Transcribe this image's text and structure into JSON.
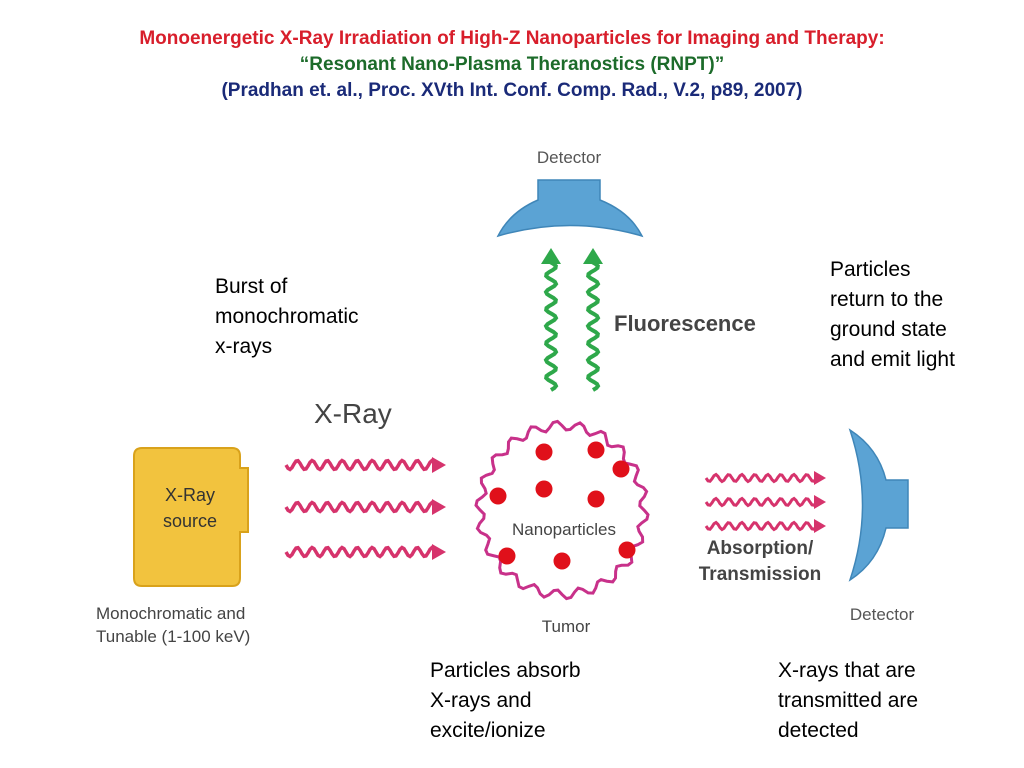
{
  "title": {
    "line1": "Monoenergetic X-Ray Irradiation of High-Z Nanoparticles for Imaging and Therapy:",
    "line2": "“Resonant Nano-Plasma Theranostics (RNPT)”",
    "line3": "(Pradhan et. al., Proc. XVth  Int. Conf. Comp. Rad., V.2, p89, 2007)"
  },
  "colors": {
    "title_red": "#d81e2b",
    "title_green": "#1c6b2a",
    "title_blue": "#1a2a78",
    "wave_pink": "#d6336c",
    "wave_green": "#2ea84a",
    "detector_blue": "#5ba3d4",
    "source_yellow": "#f2c33e",
    "particle_red": "#e0101a"
  },
  "diagram": {
    "detector_top": "Detector",
    "fluorescence": "Fluorescence",
    "xray": "X-Ray",
    "source_line1": "X-Ray",
    "source_line2": "source",
    "mono_line1": "Monochromatic and",
    "mono_line2": "Tunable (1-100 keV)",
    "nanoparticles": "Nanoparticles",
    "tumor": "Tumor",
    "absorption_line1": "Absorption/",
    "absorption_line2": "Transmission",
    "detector_right": "Detector"
  },
  "notes": {
    "burst": "Burst of\nmonochromatic\nx-rays",
    "particles_return": "Particles\nreturn to the\nground state\nand emit light",
    "particles_absorb": "Particles absorb\nX-rays and\nexcite/ionize",
    "xrays_transmitted": "X-rays that are\ntransmitted are\ndetected"
  }
}
